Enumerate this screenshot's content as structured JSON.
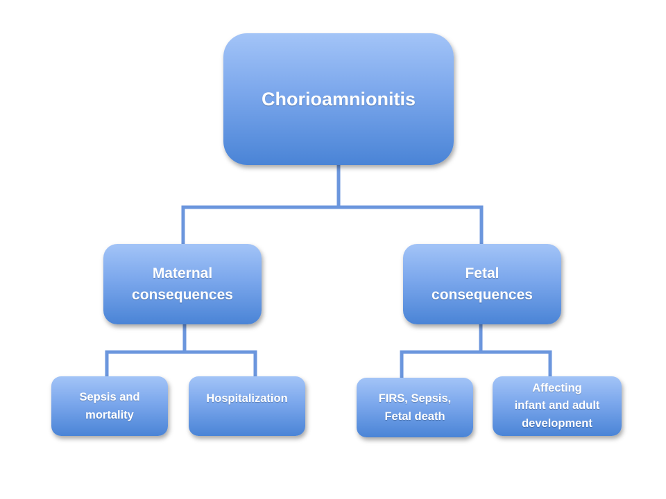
{
  "diagram": {
    "root": {
      "label": "Chorioamnionitis"
    },
    "branches": [
      {
        "label": "Maternal\nconsequences",
        "children": [
          {
            "label": "Sepsis and\nmortality"
          },
          {
            "label": "Hospitalization"
          }
        ]
      },
      {
        "label": "Fetal\nconsequences",
        "children": [
          {
            "label": "FIRS, Sepsis,\nFetal death"
          },
          {
            "label": "Affecting\ninfant and adult\ndevelopment"
          }
        ]
      }
    ],
    "colors": {
      "node_top": "#a3c4f7",
      "node_bottom": "#4a84d6",
      "connector": "#6b96dd",
      "text": "#ffffff"
    }
  }
}
